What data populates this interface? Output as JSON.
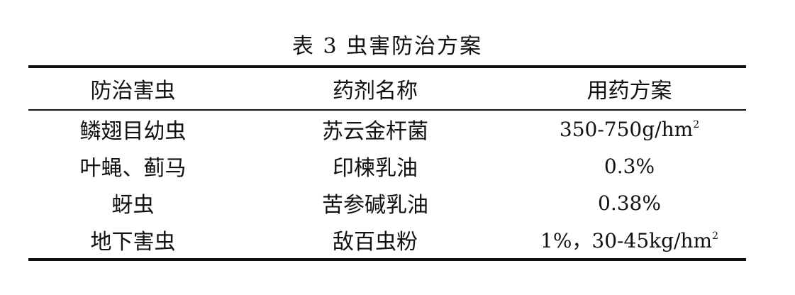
{
  "table": {
    "caption": "表 3 虫害防治方案",
    "headers": [
      "防治害虫",
      "药剂名称",
      "用药方案"
    ],
    "rows": [
      {
        "pest": "鳞翅目幼虫",
        "agent": "苏云金杆菌",
        "dose": "350-750g/hm",
        "dose_sup": "2"
      },
      {
        "pest": "叶蝇、蓟马",
        "agent": "印楝乳油",
        "dose": "0.3%",
        "dose_sup": ""
      },
      {
        "pest": "蚜虫",
        "agent": "苦参碱乳油",
        "dose": "0.38%",
        "dose_sup": ""
      },
      {
        "pest": "地下害虫",
        "agent": "敌百虫粉",
        "dose": "1%，30-45kg/hm",
        "dose_sup": "2"
      }
    ]
  }
}
